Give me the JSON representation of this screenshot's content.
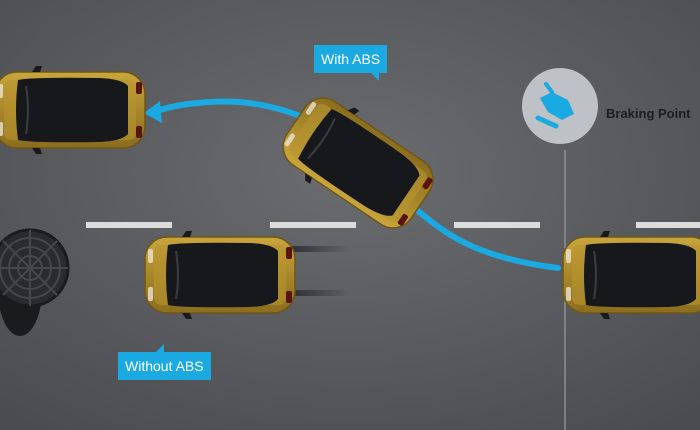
{
  "labels": {
    "with_abs": "With ABS",
    "without_abs": "Without ABS",
    "braking_point": "Braking Point"
  },
  "icons": {
    "braking": "brake-pedal-icon",
    "manhole": "manhole-cover-icon"
  },
  "colors": {
    "accent": "#1aa9e0",
    "road": "#5a5c5f",
    "car_body": "#b08f2c",
    "car_glass": "#16181c",
    "lane_marking": "#dcdcdc",
    "marker_circle": "#c9ccd0"
  }
}
